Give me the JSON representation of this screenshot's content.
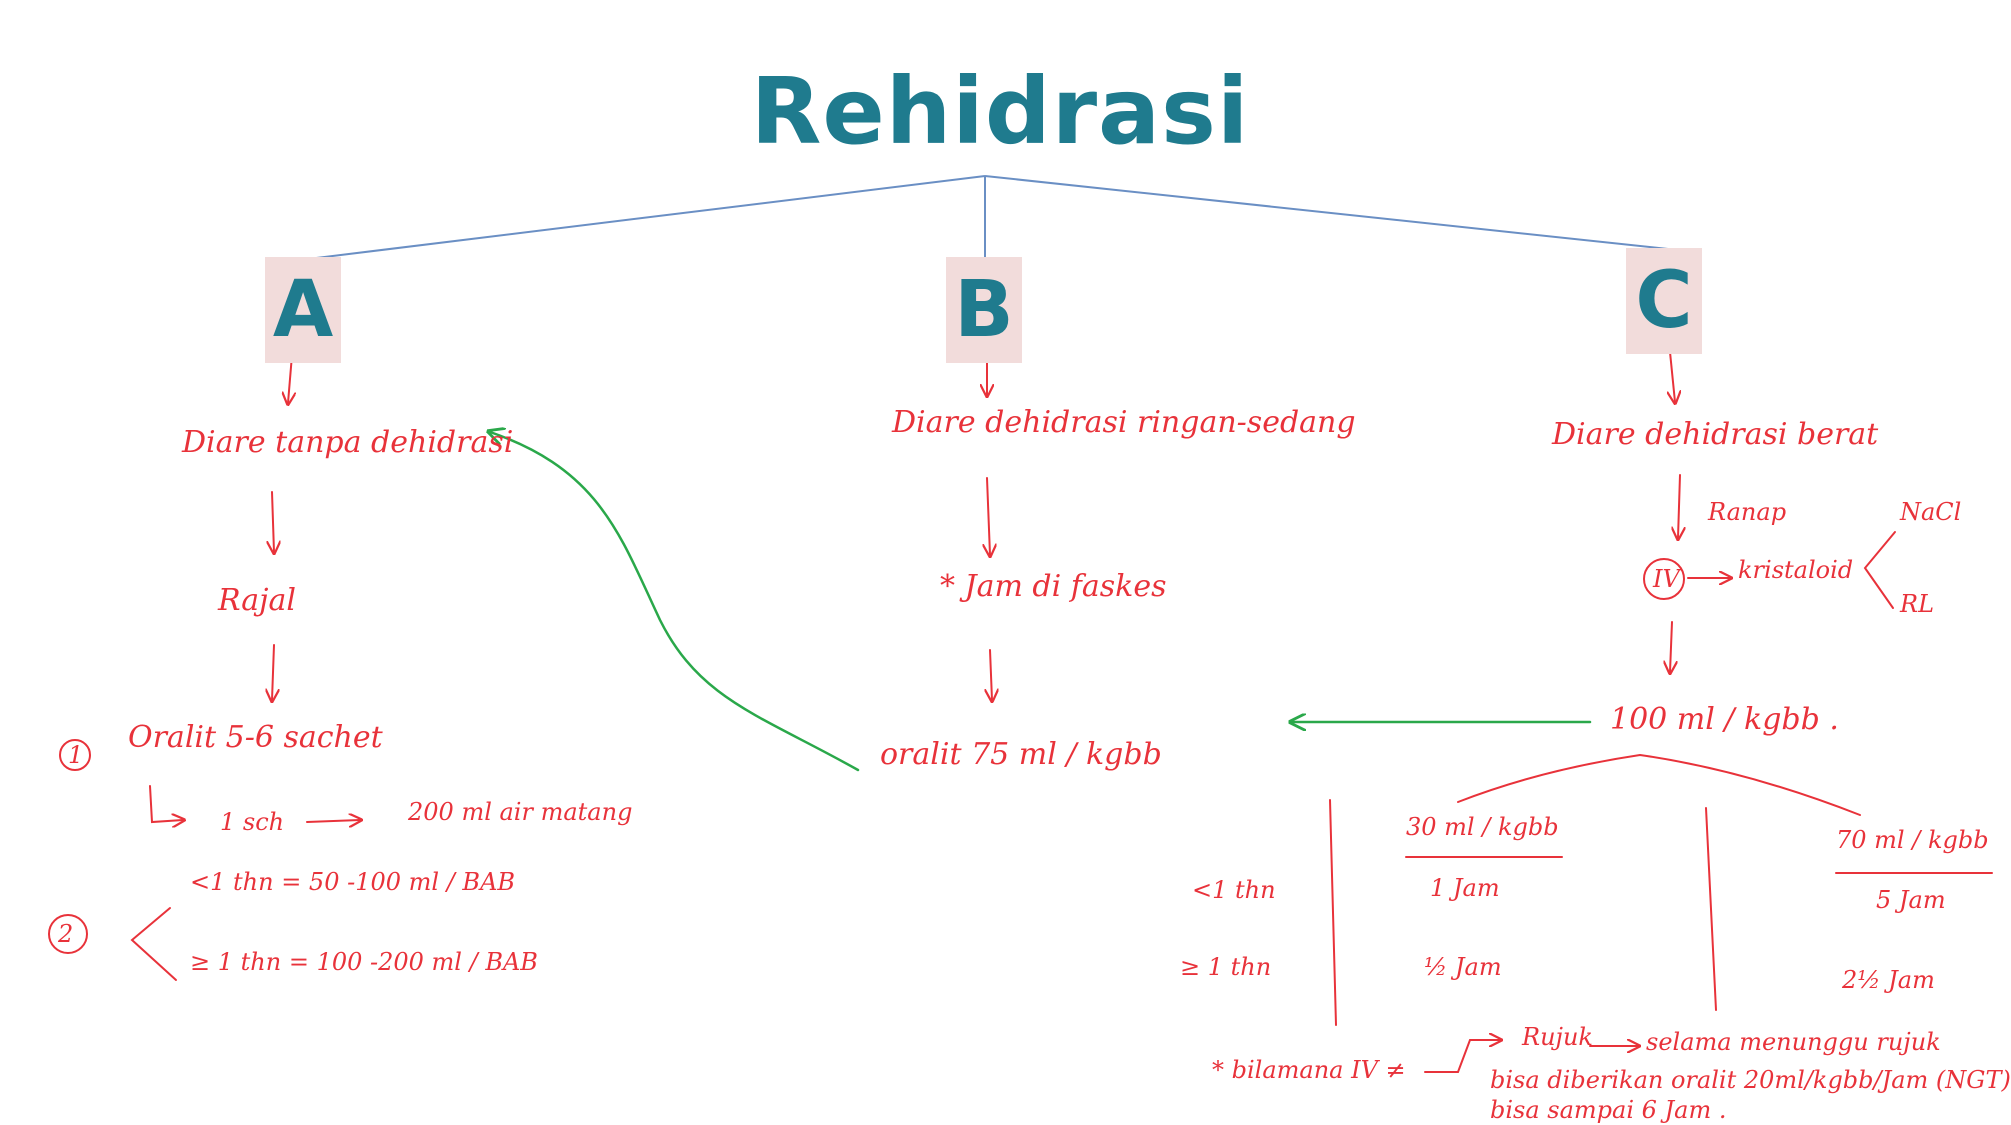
{
  "title": "Rehidrasi",
  "colors": {
    "title": "#1f7b8e",
    "box_fill": "#f2dcdb",
    "handwriting": "#e8323a",
    "green_arrow": "#2aa84a",
    "tree_line": "#6a8fc4"
  },
  "branches": {
    "a": {
      "label": "A",
      "condition": "Diare tanpa dehidrasi",
      "step1": "Rajal",
      "item1_num": "1",
      "item1": "Oralit 5-6 sachet",
      "item1_sub": "1 sch",
      "item1_sub_value": "200 ml air matang",
      "item2_num": "2",
      "item2_lt": "<1 thn = 50 -100 ml / BAB",
      "item2_ge": "≥ 1 thn = 100 -200 ml / BAB"
    },
    "b": {
      "label": "B",
      "condition": "Diare dehidrasi ringan-sedang",
      "step1": "* Jam di faskes",
      "step2": "oralit 75 ml / kgbb"
    },
    "c": {
      "label": "C",
      "condition": "Diare dehidrasi berat",
      "ranap": "Ranap",
      "iv": "IV",
      "kristaloid": "kristaloid",
      "nacl": "NaCl",
      "rl": "RL",
      "dose": "100 ml / kgbb .",
      "phase1": "30 ml / kgbb",
      "phase2": "70 ml / kgbb",
      "age_lt": "<1 thn",
      "age_ge": "≥ 1 thn",
      "lt_phase1": "1 Jam",
      "lt_phase2": "5 Jam",
      "ge_phase1": "½ Jam",
      "ge_phase2": "2½ Jam",
      "note_if": "* bilamana IV ≠",
      "note_rujuk": "Rujuk",
      "note_while": "selama menunggu rujuk",
      "note_line2": "bisa diberikan oralit 20ml/kgbb/Jam (NGT)",
      "note_line3": "bisa sampai 6 Jam ."
    }
  }
}
